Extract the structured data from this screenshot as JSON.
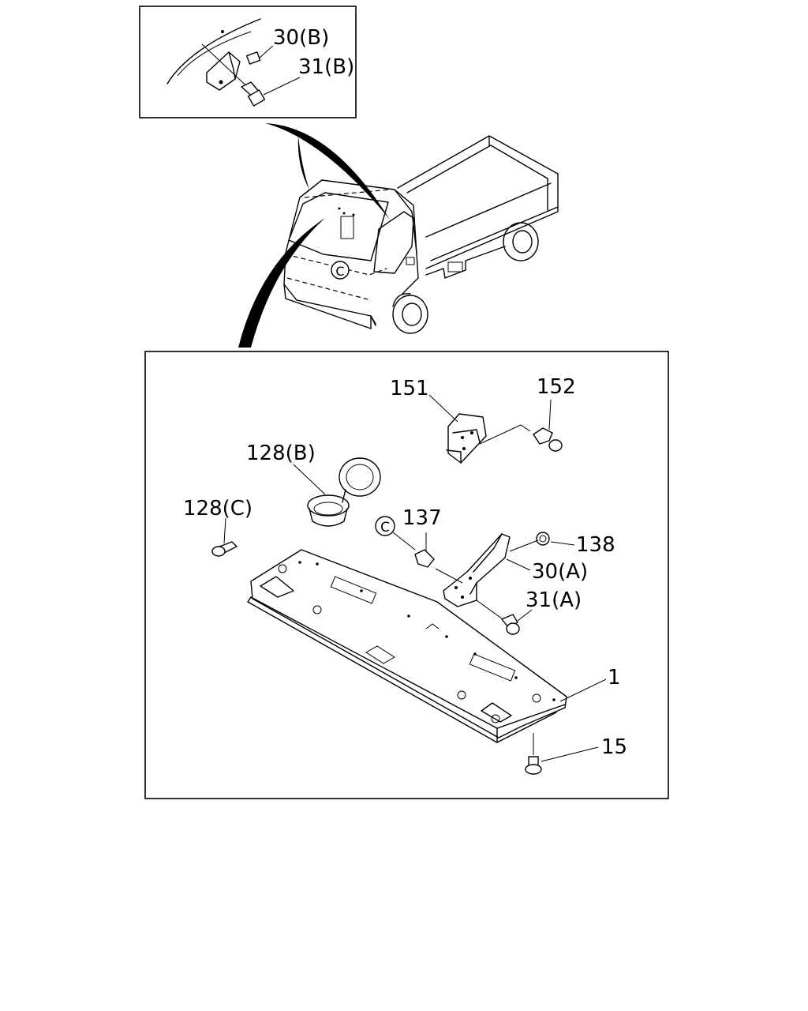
{
  "diagram": {
    "labels": {
      "bracket_b": "30(B)",
      "bolt_b": "31(B)",
      "ref_c_truck": "C",
      "part_151": "151",
      "part_152": "152",
      "part_128b": "128(B)",
      "part_128c": "128(C)",
      "ref_c_detail": "C",
      "part_137": "137",
      "part_138": "138",
      "bracket_a": "30(A)",
      "bolt_a": "31(A)",
      "part_1": "1",
      "part_15": "15"
    }
  }
}
